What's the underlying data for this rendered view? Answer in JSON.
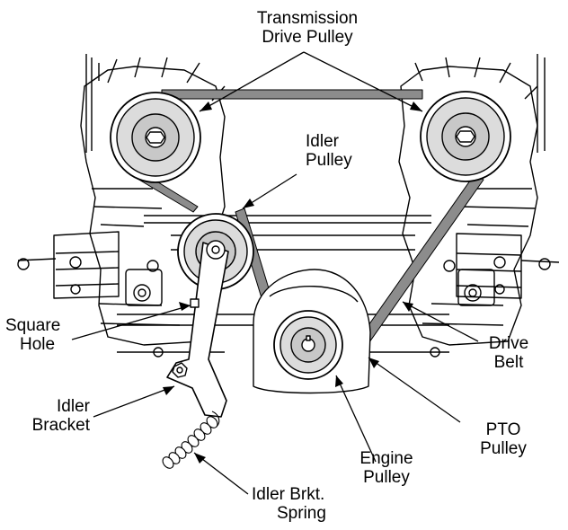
{
  "labels": {
    "transmission_drive_pulley": [
      "Transmission",
      "Drive Pulley"
    ],
    "idler_pulley": [
      "Idler",
      "Pulley"
    ],
    "square_hole": [
      "Square",
      "Hole"
    ],
    "idler_bracket": [
      "Idler",
      "Bracket"
    ],
    "idler_brkt_spring": [
      "Idler Brkt.",
      "Spring"
    ],
    "engine_pulley": [
      "Engine",
      "Pulley"
    ],
    "pto_pulley": [
      "PTO",
      "Pulley"
    ],
    "drive_belt": [
      "Drive",
      "Belt"
    ]
  },
  "colors": {
    "line": "#000000",
    "belt": "#8c8c8c",
    "hub": "#c8c8c8",
    "shade": "#dcdcdc",
    "background": "#ffffff"
  }
}
